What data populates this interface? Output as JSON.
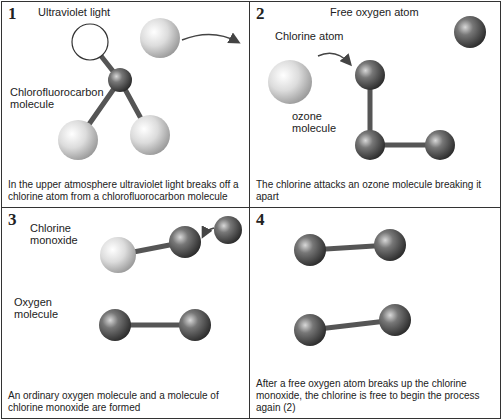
{
  "diagram": {
    "nodes": [
      {
        "text": [
          "1",
          "In the upper atmosphere ultraviolet light breaks off a chlorine atom from a chlorofluorocarbon molecule"
        ]
      },
      {
        "text": [
          "2",
          "The chlorine attacks an ozone molecule breaking it apart"
        ]
      },
      {
        "text": [
          "3",
          "An ordinary oxygen molecule and a molecule of chlorine monoxide are formed"
        ]
      },
      {
        "text": [
          "4",
          "After a free oxygen atom breaks up the chlorine monoxide, the chlorine is free to begin the process again (2)"
        ]
      }
    ],
    "labels": [
      "Ultraviolet light",
      "Chlorofluorocarbon molecule",
      "Free oxygen atom",
      "Chlorine atom",
      "ozone molecule",
      "Chlorine monoxide",
      "Oxygen molecule"
    ]
  }
}
